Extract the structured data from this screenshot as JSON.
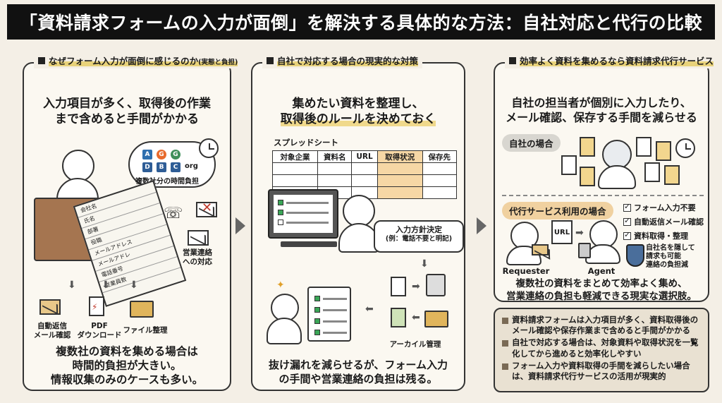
{
  "title": "「資料請求フォームの入力が面倒」を解決する具体的な方法：自社対応と代行の比較",
  "panel1": {
    "heading": "なぜフォーム入力が面倒に感じるのか",
    "heading_small": "(実態と負担)",
    "top_text_1": "入力項目が多く、取得後の作業",
    "top_text_2": "まで含めると手間がかかる",
    "bubble_org": "org",
    "bubble_text": "複数社分の時間負担",
    "logos": [
      "A",
      "G",
      "G",
      "D",
      "B",
      "C"
    ],
    "form_fields": [
      "会社名",
      "氏名",
      "部署",
      "役職",
      "メールアドレス",
      "メールアドレ",
      "電話番号",
      "従業員数"
    ],
    "sales_label_1": "営業連絡",
    "sales_label_2": "への対応",
    "icon_labels": [
      {
        "line1": "自動返信",
        "line2": "メール確認"
      },
      {
        "line1": "PDF",
        "line2": "ダウンロード"
      },
      {
        "line1": "ファイル整理",
        "line2": ""
      }
    ],
    "bottom_text_1": "複数社の資料を集める場合は",
    "bottom_text_2": "時間的負担が大きい。",
    "bottom_text_3": "情報収集のみのケースも多い。"
  },
  "panel2": {
    "heading": "自社で対応する場合の現実的な対策",
    "top_text_1": "集めたい資料を整理し、",
    "top_text_2": "取得後のルールを決めておく",
    "sheet_title": "スプレッドシート",
    "sheet_headers": [
      "対象企業",
      "資料名",
      "URL",
      "取得状況",
      "保存先"
    ],
    "callout_1": "入力方針決定",
    "callout_2": "(例：電話不要と明記)",
    "archive_label": "アーカイル管理",
    "bottom_text_1": "抜け漏れを減らせるが、フォーム入力",
    "bottom_text_2": "の手間や営業連絡の負担は残る。"
  },
  "panel3": {
    "heading": "効率よく資料を集めるなら資料請求代行サービス",
    "top_text_1": "自社の担当者が個別に入力したり、",
    "top_text_2": "メール確認、保存する手間を減らせる",
    "self_pill": "自社の場合",
    "agent_pill": "代行サービス利用の場合",
    "checks": [
      "フォーム入力不要",
      "自動返信メール確認",
      "資料取得・整理"
    ],
    "shield_text_1": "自社名を隠して",
    "shield_text_2": "請求も可能",
    "shield_text_3": "連絡の負担減",
    "url_label": "URL",
    "requester_label": "Requester",
    "agent_label": "Agent",
    "bottom_text_1": "複数社の資料をまとめて効率よく集め、",
    "bottom_text_2": "営業連絡の負担も軽減できる現実な選択肢。"
  },
  "summary": [
    "資料請求フォームは入力項目が多く、資料取得後のメール確認や保存作業まで含めると手間がかかる",
    "自社で対応する場合は、対象資料や取得状況を一覧化してから進めると効率化しやすい",
    "フォーム入力や資料取得の手間を減らしたい場合は、資料請求代行サービスの活用が現実的"
  ],
  "colors": {
    "highlight": "#f0d98c",
    "logo_a": "#2e6fae",
    "logo_g1": "#e86a2c",
    "logo_g2": "#3f8f5a",
    "logo_d": "#2e5d96",
    "logo_b": "#2e5d96",
    "logo_c": "#2e5d96"
  }
}
